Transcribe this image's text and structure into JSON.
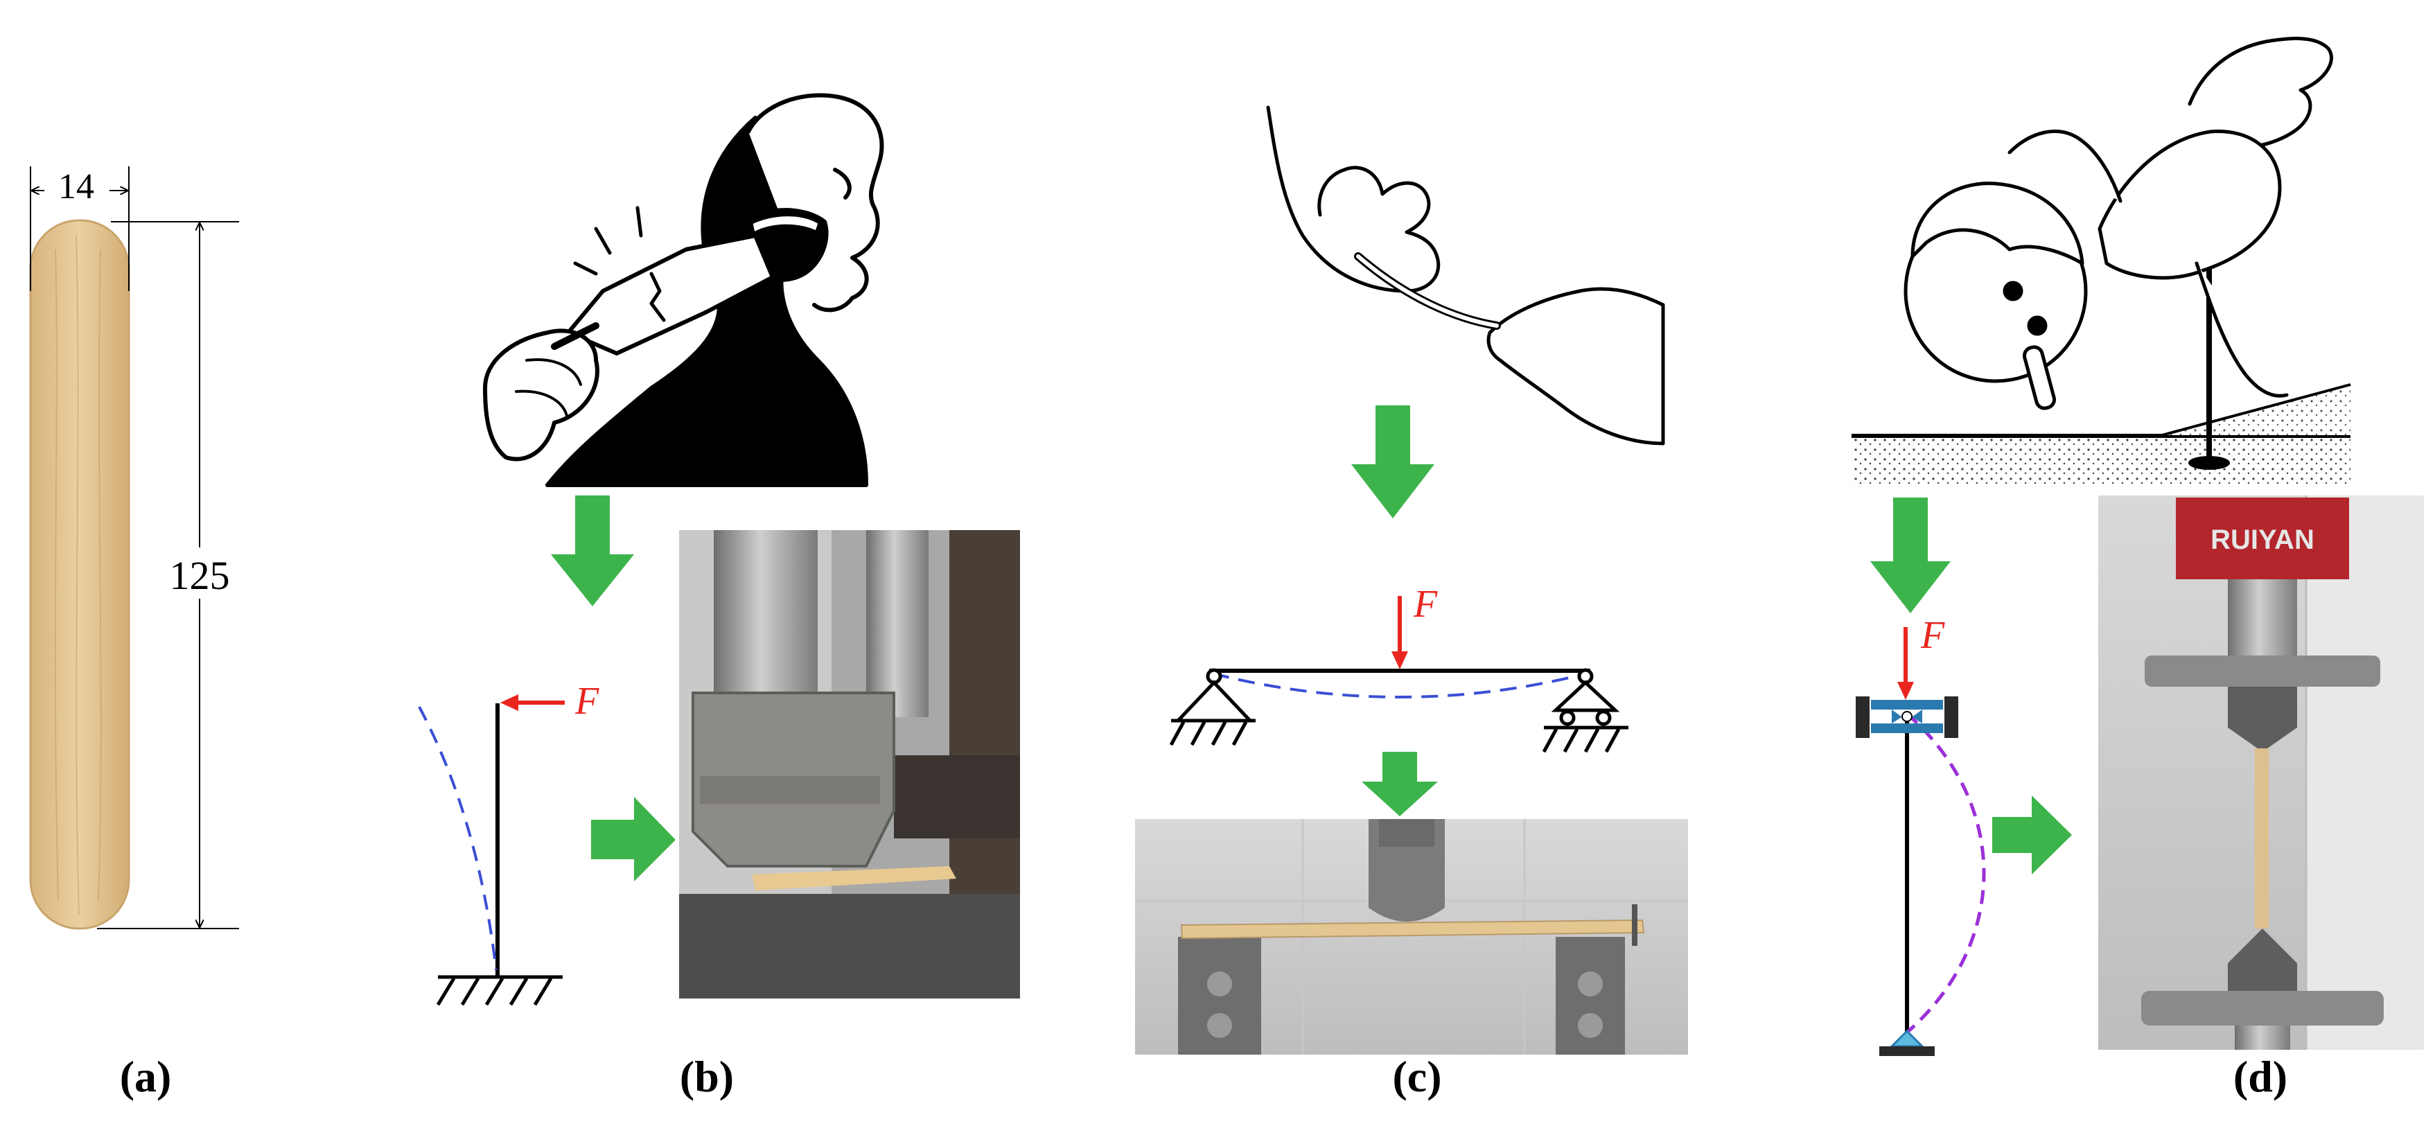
{
  "panels": {
    "a": {
      "label": "(a)",
      "width_dim": "14",
      "length_dim": "125"
    },
    "b": {
      "label": "(b)",
      "force": "F"
    },
    "c": {
      "label": "(c)",
      "force": "F"
    },
    "d": {
      "label": "(d)",
      "force": "F",
      "machine_brand": "RUIYAN"
    }
  },
  "colors": {
    "arrow_green": "#3cb44b",
    "force_red": "#e8261f",
    "deflection_blue": "#3a4fd6",
    "deflection_purple": "#9b30d9",
    "stick_wood": "#e3c48f",
    "support_blue": "#2a7ab0",
    "machine_red": "#b3262c"
  },
  "icons": [
    "green-down-arrow-icon",
    "green-right-arrow-icon",
    "pin-support-icon",
    "roller-support-icon",
    "fixed-support-icon",
    "hinge-icon"
  ]
}
